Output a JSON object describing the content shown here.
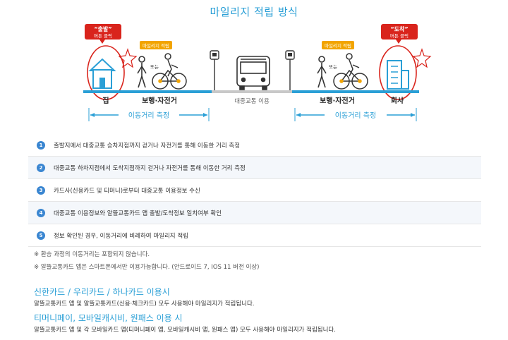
{
  "page": {
    "title": "마일리지 적립 방식"
  },
  "diagram": {
    "start_callout": {
      "main": "“출발”",
      "sub": "버튼 클릭"
    },
    "end_callout": {
      "main": "“도착”",
      "sub": "버튼 클릭"
    },
    "mileage_tag_left": "마일리지 적립",
    "mileage_tag_right": "마일리지 적립",
    "or_left": "또는",
    "or_right": "또는",
    "home_label": "집",
    "walk_bike_left": "보행·자전거",
    "transit_label": "대중교통 이용",
    "walk_bike_right": "보행·자전거",
    "office_label": "회사",
    "distance_left": "이동거리 측정",
    "distance_right": "이동거리 측정",
    "colors": {
      "accent": "#2a9fd6",
      "callout": "#d9241c",
      "tag": "#f2a400",
      "bar": "#2a9fd6",
      "gray": "#c8c8c8"
    }
  },
  "steps": [
    {
      "num": "1",
      "text": "출발지에서 대중교통 승차지점까지 걷거나 자전거를 통해 이동한 거리 측정"
    },
    {
      "num": "2",
      "text": "대중교통 하차지점에서 도착지점까지 걷거나 자전거를 통해 이동한 거리 측정"
    },
    {
      "num": "3",
      "text": "카드사(신용카드 및 티머니)로부터 대중교통 이용정보 수신"
    },
    {
      "num": "4",
      "text": "대중교통 이용정보와 알뜰교통카드 앱 출발/도착정보 일치여부 확인"
    },
    {
      "num": "5",
      "text": "정보 확인된 경우, 이동거리에 비례하여 마일리지 적립"
    }
  ],
  "notes": [
    "※ 환승 과정의 이동거리는 포함되지 않습니다.",
    "※ 알뜰교통카드 앱은 스마트폰에서만 이용가능합니다. (안드로이드 7, IOS 11 버전 이상)"
  ],
  "cards": [
    {
      "heading": "신한카드 / 우리카드 / 하나카드 이용시",
      "desc": "알뜰교통카드 앱 및 알뜰교통카드(신용·체크카드) 모두 사용해야 마일리지가 적립됩니다."
    },
    {
      "heading": "티머니페이, 모바일캐시비, 원패스 이용 시",
      "desc": "알뜰교통카드 앱 및 각 모바일카드 앱(티머니페이 앱, 모바일캐시비 앱, 원패스 앱) 모두 사용해야 마일리지가 적립됩니다."
    }
  ]
}
